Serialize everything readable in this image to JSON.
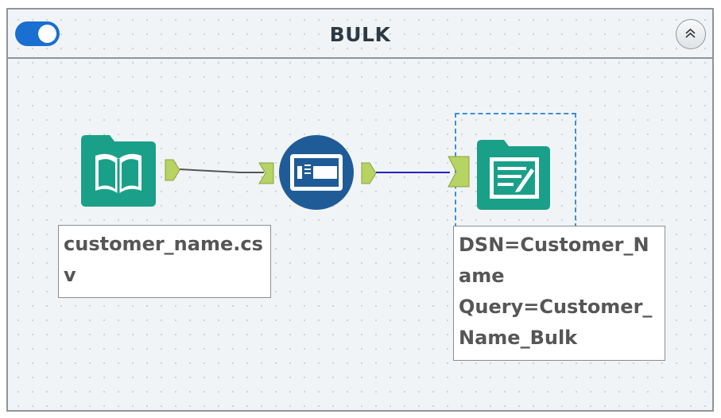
{
  "container": {
    "title": "BULK",
    "toggle_state": "on",
    "accent_color": "#1a6fd0"
  },
  "tools": [
    {
      "id": "input",
      "icon": "input-data-book-icon",
      "color": "#1aa089",
      "label": "customer_name.csv"
    },
    {
      "id": "transform",
      "icon": "transform-tool-icon",
      "color": "#1f5c97"
    },
    {
      "id": "output",
      "icon": "output-data-icon",
      "color": "#1aa089",
      "label": "DSN=Customer_Name\nQuery=Customer_Name_Bulk",
      "selected": true
    }
  ],
  "connections": [
    {
      "from": "input",
      "to": "transform",
      "color": "#555555"
    },
    {
      "from": "transform",
      "to": "output",
      "color": "#2222cc"
    }
  ],
  "anchor_color": "#b6d364"
}
